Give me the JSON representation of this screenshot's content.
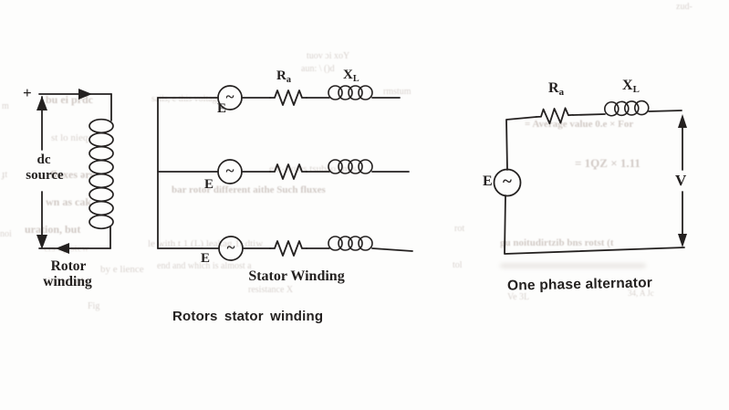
{
  "figure": {
    "description_colors": {
      "ink": "#242120",
      "bleed_text": "#a5968e",
      "paper": "#fdfdfc"
    }
  },
  "rotor": {
    "plus": "+",
    "source_line1": "dc",
    "source_line2": "source",
    "caption_line1": "Rotor",
    "caption_line2": "winding"
  },
  "stator": {
    "source_symbol": "~",
    "source1_label": "E",
    "source2_label": "E",
    "source3_label": "E",
    "ra": {
      "main": "R",
      "sub": "a"
    },
    "xl": {
      "main": "X",
      "sub": "L"
    },
    "caption": "Stator Winding",
    "figure_caption": "Rotors stator winding"
  },
  "alternator": {
    "source_symbol": "~",
    "source_label": "E",
    "ra": {
      "main": "R",
      "sub": "a"
    },
    "xl": {
      "main": "X",
      "sub": "L"
    },
    "voltage_label": "V",
    "caption": "One  phase  alternator"
  },
  "artifacts": [
    {
      "text": "tuov   ɔi   xoY"
    },
    {
      "text": "zud-"
    },
    {
      "text": "m"
    },
    {
      "text": "ɟt"
    },
    {
      "text": "noi"
    },
    {
      "text": "bu ei  prdc"
    },
    {
      "text": "st lo nieq"
    },
    {
      "text": "fluxes ərs"
    },
    {
      "text": "wn as cak"
    },
    {
      "text": "uration, but"
    },
    {
      "text": "ers up stew"
    },
    {
      "text": "by e lience"
    },
    {
      "text": "sini  to  qob"
    },
    {
      "text": "Fig"
    },
    {
      "text": "sails, e  this  voltag"
    },
    {
      "text": "aun: \\ ()d"
    },
    {
      "text": "rmstum"
    },
    {
      "text": "ent-flows  tsubao  smis"
    },
    {
      "text": "bar  rotor  different  aithe  Such  fluxes"
    },
    {
      "text": "le with t  1  (L)  leakag  1t dtiw"
    },
    {
      "text": "end  and  which  is  almost  a"
    },
    {
      "text": "resistance  X"
    },
    {
      "text": "rot"
    },
    {
      "text": "tol"
    },
    {
      "text": "= Average value 0.e × For"
    },
    {
      "text": "= 1ϘZ × 1.11"
    },
    {
      "text": "gu  noitudirtzib  bns  rotst  (t"
    },
    {
      "text": "Ve  3L"
    },
    {
      "text": "34, A Jc"
    }
  ]
}
